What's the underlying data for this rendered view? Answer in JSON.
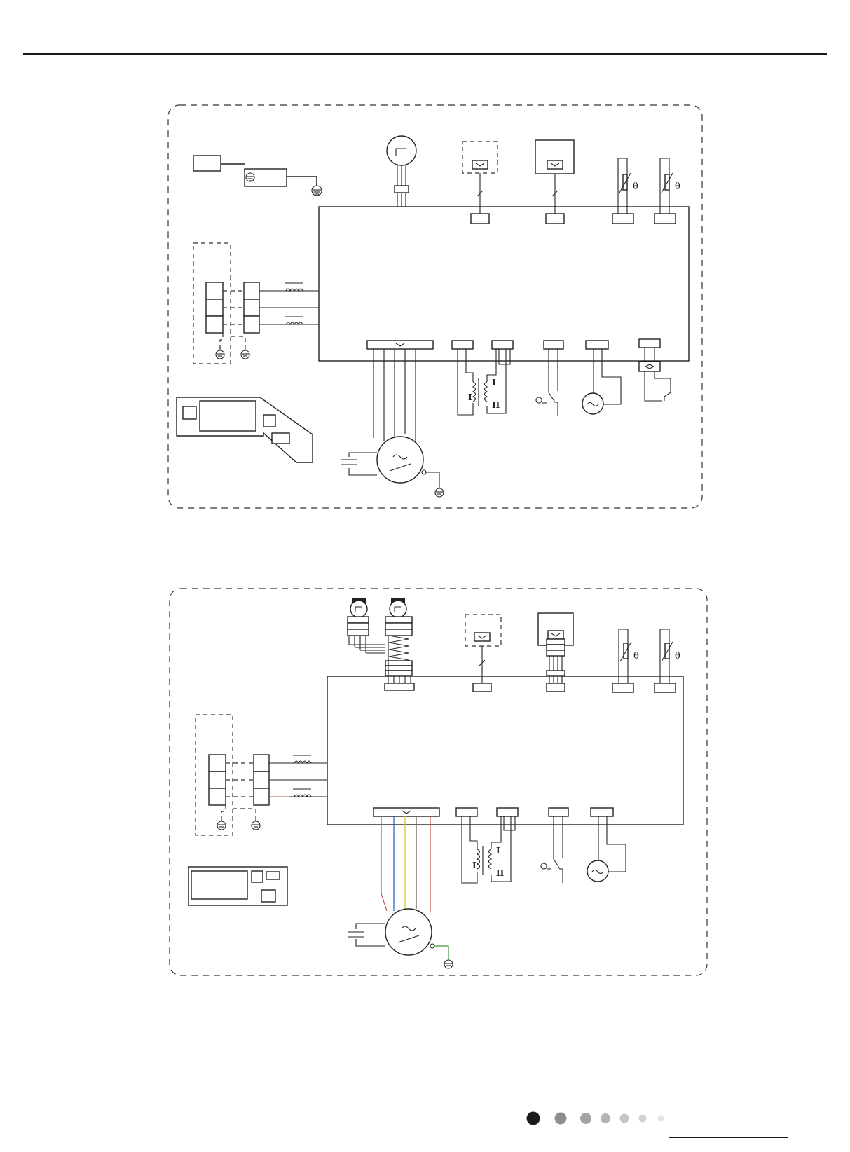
{
  "page": {
    "header_rule": "top-horizontal-rule",
    "footer_dots": [
      {
        "color": "#1a1a1a"
      },
      {
        "color": "#8e8e8e"
      },
      {
        "color": "#a3a3a3"
      },
      {
        "color": "#b3b3b3"
      },
      {
        "color": "#c4c4c4"
      },
      {
        "color": "#d4d4d4"
      },
      {
        "color": "#e2e2e2"
      }
    ]
  },
  "diagrams": [
    {
      "id": "wiring-diagram-1",
      "icons": [
        "board-icon",
        "ground-icon",
        "step-motor-icon",
        "display-icon",
        "thermistor-icon",
        "terminal-block-icon",
        "fan-motor-icon",
        "capacitor-icon"
      ]
    },
    {
      "id": "wiring-diagram-2",
      "icons": [
        "swing-motor-icon",
        "ground-icon",
        "display-icon",
        "thermistor-icon",
        "terminal-block-icon",
        "fan-motor-icon",
        "capacitor-icon"
      ],
      "wire_colors": [
        "#c0504d",
        "#1f5fbf",
        "#d4c21a",
        "#555555",
        "#c0504d",
        "#3a9a3a"
      ]
    }
  ]
}
